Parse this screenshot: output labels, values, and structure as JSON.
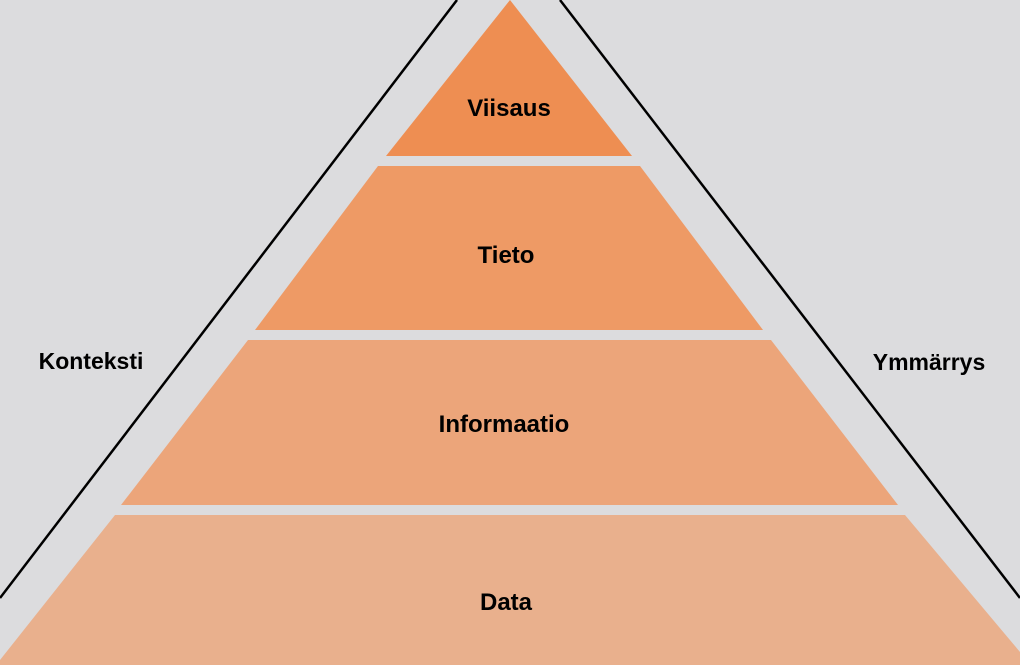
{
  "diagram": {
    "layers": [
      {
        "label": "Viisaus",
        "color": "#ee8e52"
      },
      {
        "label": "Tieto",
        "color": "#ee9a65"
      },
      {
        "label": "Informaatio",
        "color": "#eca57a"
      },
      {
        "label": "Data",
        "color": "#e9b08d"
      }
    ],
    "left_label": "Konteksti",
    "right_label": "Ymmärrys",
    "colors": {
      "background": "#dcdcde",
      "outline": "#000000",
      "separator": "#ffffff"
    }
  }
}
